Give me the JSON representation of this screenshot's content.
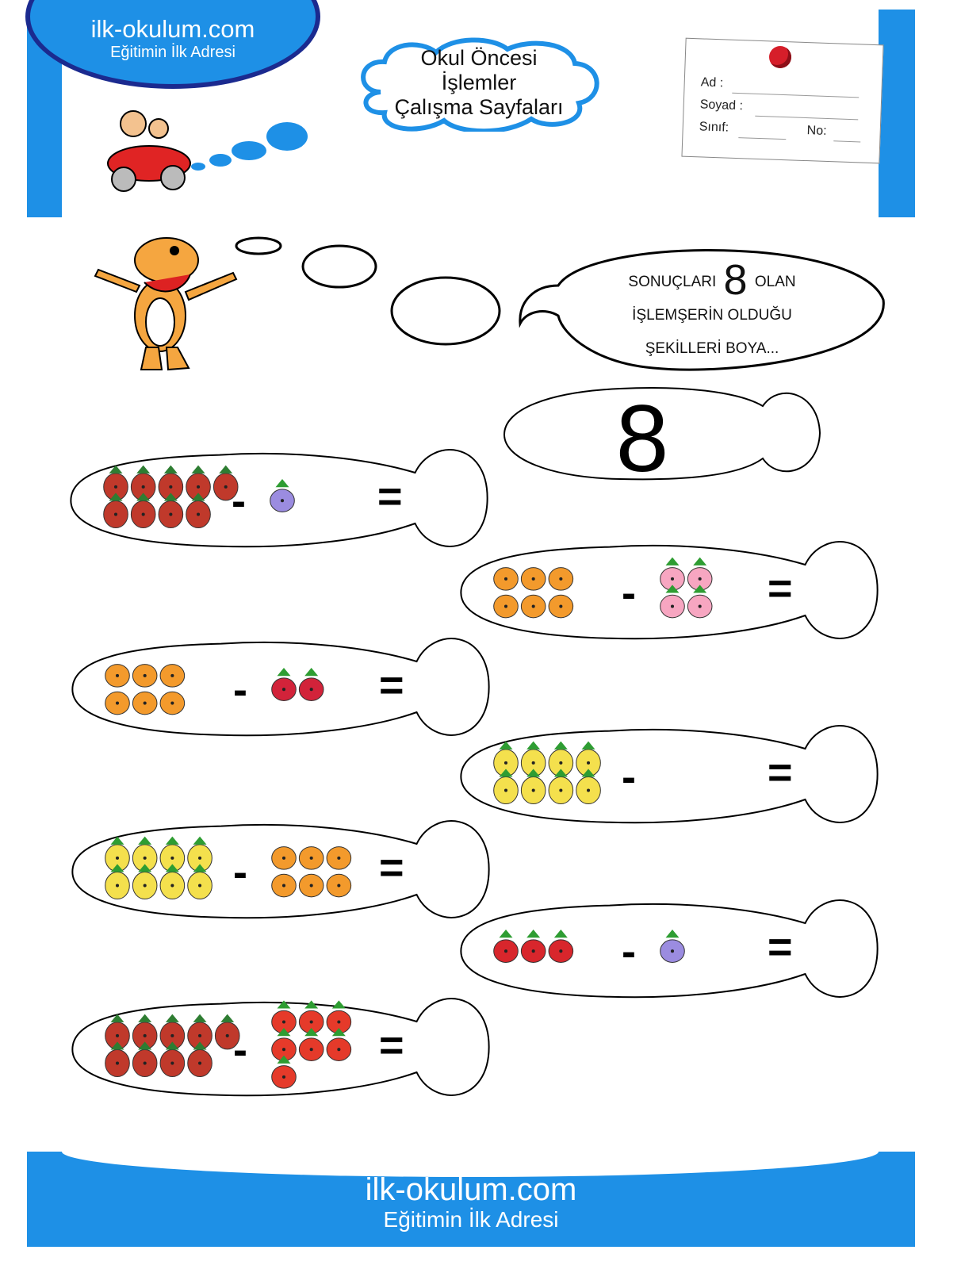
{
  "header": {
    "site": "ilk-okulum.com",
    "tagline": "Eğitimin İlk Adresi",
    "title_lines": [
      "Okul Öncesi",
      "İşlemler",
      "Çalışma Sayfaları"
    ]
  },
  "name_card": {
    "ad_label": "Ad :",
    "soyad_label": "Soyad :",
    "sinif_label": "Sınıf:",
    "no_label": "No:"
  },
  "instruction": {
    "line1_before": "SONUÇLARI",
    "number": "8",
    "line1_after": "OLAN",
    "line2": "İŞLEMŞERİN OLDUĞU",
    "line3": "ŞEKİLLERİ BOYA..."
  },
  "target_number": "8",
  "operator": "-",
  "equals": "=",
  "exercises": [
    {
      "first_count": 9,
      "first_fruit": "pineapple-red",
      "second_count": 1,
      "second_fruit": "grape"
    },
    {
      "first_count": 6,
      "first_fruit": "orange",
      "second_count": 4,
      "second_fruit": "donut"
    },
    {
      "first_count": 6,
      "first_fruit": "orange",
      "second_count": 2,
      "second_fruit": "raspberry"
    },
    {
      "first_count": 8,
      "first_fruit": "pineapple",
      "second_count": 0,
      "second_fruit": ""
    },
    {
      "first_count": 8,
      "first_fruit": "pineapple",
      "second_count": 6,
      "second_fruit": "orange"
    },
    {
      "first_count": 3,
      "first_fruit": "strawberry",
      "second_count": 1,
      "second_fruit": "grape"
    },
    {
      "first_count": 9,
      "first_fruit": "pineapple-red",
      "second_count": 7,
      "second_fruit": "tomato"
    }
  ],
  "footer": {
    "site": "ilk-okulum.com",
    "tagline": "Eğitimin İlk Adresi"
  },
  "colors": {
    "band": "#1e90e6",
    "logo_border": "#1b2a8f"
  }
}
